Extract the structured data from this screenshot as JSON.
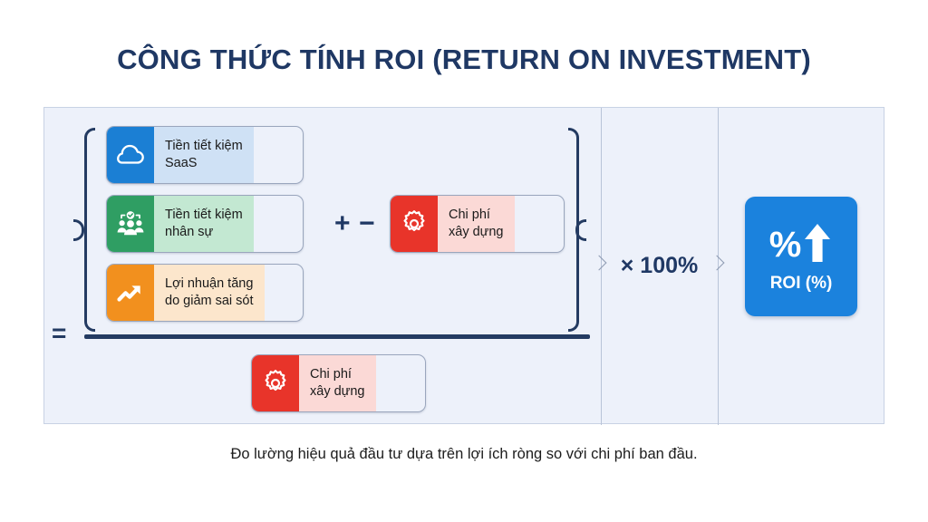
{
  "title": "CÔNG THỨC TÍNH ROI (RETURN ON INVESTMENT)",
  "caption": "Đo lường hiệu quả đầu tư dựa trên lợi ích ròng so với chi phí ban đầu.",
  "colors": {
    "title": "#1f3864",
    "panel_bg": "#edf1fa",
    "panel_border": "#c8d2e4",
    "divider": "#b9c4d8",
    "brace": "#243b62",
    "blue_tile": "#1b7fd4",
    "blue_label": "#cfe1f5",
    "green_tile": "#2f9e63",
    "green_label": "#c3e8d2",
    "orange_tile": "#f2901e",
    "orange_label": "#fce6cc",
    "red_tile": "#e8342a",
    "red_label": "#fbd9d6",
    "roi_card": "#1b82dd",
    "chevron": "#8e9bb2"
  },
  "formula": {
    "numerator": {
      "benefits": [
        {
          "label": "Tiền tiết kiệm\nSaaS",
          "icon": "cloud-icon"
        },
        {
          "label": "Tiền tiết kiệm\nnhân sự",
          "icon": "people-check-icon"
        },
        {
          "label": "Lợi nhuận tăng\ndo giảm sai sót",
          "icon": "trending-up-icon"
        }
      ],
      "operator_plus": "+",
      "operator_minus": "−",
      "cost": {
        "label": "Chi phí\nxây dựng",
        "icon": "gear-icon"
      }
    },
    "equals_sign": "=",
    "denominator": {
      "label": "Chi phí\nxây dựng",
      "icon": "gear-icon"
    }
  },
  "multiplier": {
    "value": "× 100%"
  },
  "result": {
    "percent_glyph": "%",
    "arrow_icon": "arrow-up-icon",
    "label": "ROI (%)"
  }
}
